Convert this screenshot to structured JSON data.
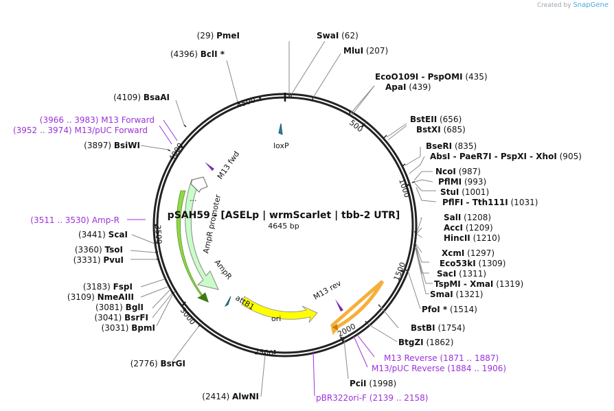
{
  "brand": {
    "created_by": "Created by",
    "name": "SnapGene"
  },
  "plasmid": {
    "name": "pSAH59 - [ASELp | wrmScarlet | tbb-2 UTR]",
    "length": "4645 bp"
  },
  "colors": {
    "enzyme": "#111111",
    "primer": "#9b30d9",
    "ori": "#ffff00",
    "ampr": "#c9fcc9",
    "m13": "#7a2ab0",
    "loxp": "#2f7f9a",
    "attb1": "#2f7f9a"
  },
  "ticks": [
    "500",
    "1000",
    "1500",
    "2000",
    "2500",
    "3000",
    "3500",
    "4000",
    "4500"
  ],
  "features": {
    "loxp": "loxP",
    "m13fwd": "M13 fwd",
    "ampr_promoter": "AmpR promoter",
    "ampr": "AmpR",
    "attb1": "attB1",
    "ori": "ori",
    "m13rev": "M13 rev",
    "dots": "..."
  },
  "labels": [
    {
      "id": "pmei",
      "name": "PmeI",
      "pos": "(29)"
    },
    {
      "id": "swai",
      "name": "SwaI",
      "pos": "(62)"
    },
    {
      "id": "mlui",
      "name": "MluI",
      "pos": "(207)"
    },
    {
      "id": "eco",
      "name": "EcoO109I  -  PspOMI",
      "pos": "(435)"
    },
    {
      "id": "apai",
      "name": "ApaI",
      "pos": "(439)"
    },
    {
      "id": "bsteii",
      "name": "BstEII",
      "pos": "(656)"
    },
    {
      "id": "bstxi",
      "name": "BstXI",
      "pos": "(685)"
    },
    {
      "id": "bseri",
      "name": "BseRI",
      "pos": "(835)"
    },
    {
      "id": "absi",
      "name": "AbsI  -  PaeR7I  -  PspXI  -  XhoI",
      "pos": "(905)"
    },
    {
      "id": "ncoi",
      "name": "NcoI",
      "pos": "(987)"
    },
    {
      "id": "pflmi",
      "name": "PflMI",
      "pos": "(993)"
    },
    {
      "id": "stui",
      "name": "StuI",
      "pos": "(1001)"
    },
    {
      "id": "pflfi",
      "name": "PflFI  -  Tth111I",
      "pos": "(1031)"
    },
    {
      "id": "sali",
      "name": "SalI",
      "pos": "(1208)"
    },
    {
      "id": "acci",
      "name": "AccI",
      "pos": "(1209)"
    },
    {
      "id": "hincii",
      "name": "HincII",
      "pos": "(1210)"
    },
    {
      "id": "xcmi",
      "name": "XcmI",
      "pos": "(1297)"
    },
    {
      "id": "eco53ki",
      "name": "Eco53kI",
      "pos": "(1309)"
    },
    {
      "id": "saci",
      "name": "SacI",
      "pos": "(1311)"
    },
    {
      "id": "tspmi",
      "name": "TspMI  -  XmaI",
      "pos": "(1319)"
    },
    {
      "id": "smai",
      "name": "SmaI",
      "pos": "(1321)"
    },
    {
      "id": "pfoi",
      "name": "PfoI *",
      "pos": "(1514)"
    },
    {
      "id": "bstbi",
      "name": "BstBI",
      "pos": "(1754)"
    },
    {
      "id": "btgzi",
      "name": "BtgZI",
      "pos": "(1862)"
    },
    {
      "id": "m13rev",
      "name": "M13 Reverse",
      "pos": "(1871 .. 1887)"
    },
    {
      "id": "m13pucrev",
      "name": "M13/pUC Reverse",
      "pos": "(1884 .. 1906)"
    },
    {
      "id": "pcii",
      "name": "PciI",
      "pos": "(1998)"
    },
    {
      "id": "pbr",
      "name": "pBR322ori-F",
      "pos": "(2139 .. 2158)"
    },
    {
      "id": "alwni",
      "name": "AlwNI",
      "pos": "(2414)"
    },
    {
      "id": "bsrgi",
      "name": "BsrGI",
      "pos": "(2776)"
    },
    {
      "id": "bpmi",
      "name": "BpmI",
      "pos": "(3031)"
    },
    {
      "id": "bsrfi",
      "name": "BsrFI",
      "pos": "(3041)"
    },
    {
      "id": "bgli",
      "name": "BglI",
      "pos": "(3081)"
    },
    {
      "id": "nmeaiii",
      "name": "NmeAIII",
      "pos": "(3109)"
    },
    {
      "id": "fspi",
      "name": "FspI",
      "pos": "(3183)"
    },
    {
      "id": "pvui",
      "name": "PvuI",
      "pos": "(3331)"
    },
    {
      "id": "tsoi",
      "name": "TsoI",
      "pos": "(3360)"
    },
    {
      "id": "scai",
      "name": "ScaI",
      "pos": "(3441)"
    },
    {
      "id": "ampr_primer",
      "name": "Amp-R",
      "pos": "(3511 .. 3530)"
    },
    {
      "id": "bsiwi",
      "name": "BsiWI",
      "pos": "(3897)"
    },
    {
      "id": "m13pucfwd",
      "name": "M13/pUC Forward",
      "pos": "(3952 .. 3974)"
    },
    {
      "id": "m13fwd",
      "name": "M13 Forward",
      "pos": "(3966 .. 3983)"
    },
    {
      "id": "bsaai",
      "name": "BsaAI",
      "pos": "(4109)"
    },
    {
      "id": "bcli",
      "name": "BclI *",
      "pos": "(4396)"
    }
  ]
}
